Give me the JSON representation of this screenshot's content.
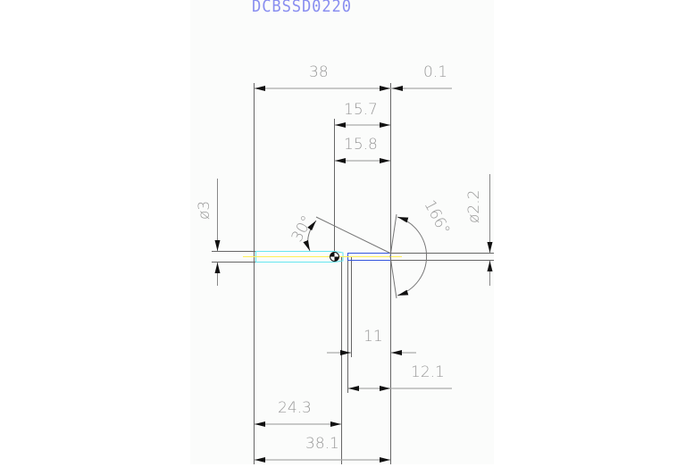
{
  "drawing": {
    "title": "DCBSSD0220",
    "colors": {
      "title": "#8a8ff0",
      "dimension_text": "#9a9a9a",
      "outline": "#555555",
      "centerline": "#ffee55",
      "shank_edge": "#66e6f0",
      "tip_edge": "#3355dd",
      "tip_center": "#ee5566"
    },
    "dimensions": {
      "overall_length": "38",
      "tip_offset": "0.1",
      "length_a": "15.7",
      "length_b": "15.8",
      "shank_diameter": "ø3",
      "tip_diameter": "ø2.2",
      "point_angle": "166°",
      "chamfer_angle": "30°",
      "length_c": "11",
      "length_d": "12.1",
      "length_e": "24.3",
      "total_length": "38.1"
    }
  }
}
